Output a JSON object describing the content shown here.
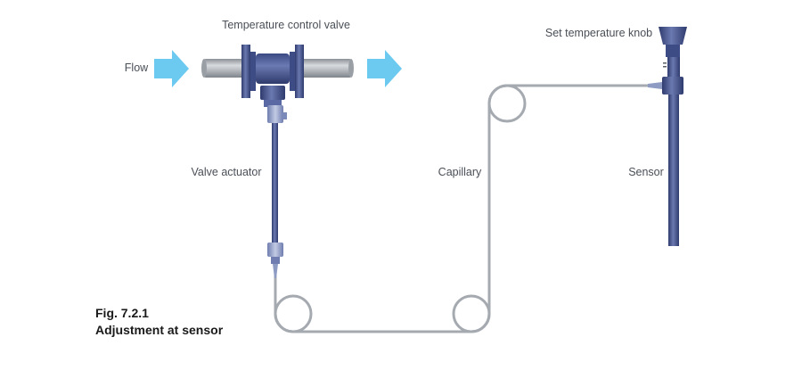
{
  "labels": {
    "valve": "Temperature control valve",
    "flow": "Flow",
    "knob": "Set temperature knob",
    "actuator": "Valve actuator",
    "capillary": "Capillary",
    "sensor": "Sensor"
  },
  "caption": {
    "figure": "Fig. 7.2.1",
    "title": "Adjustment at sensor"
  },
  "colors": {
    "arrow": "#6cc9f0",
    "pipe": "#a9aeb4",
    "body": "#4b5c99",
    "body_dark": "#34427a",
    "fitting": "#8e9cc4",
    "capillary": "#a5aab1"
  },
  "icons": {
    "flow_in": "arrow-right-icon",
    "flow_out": "arrow-right-icon"
  }
}
